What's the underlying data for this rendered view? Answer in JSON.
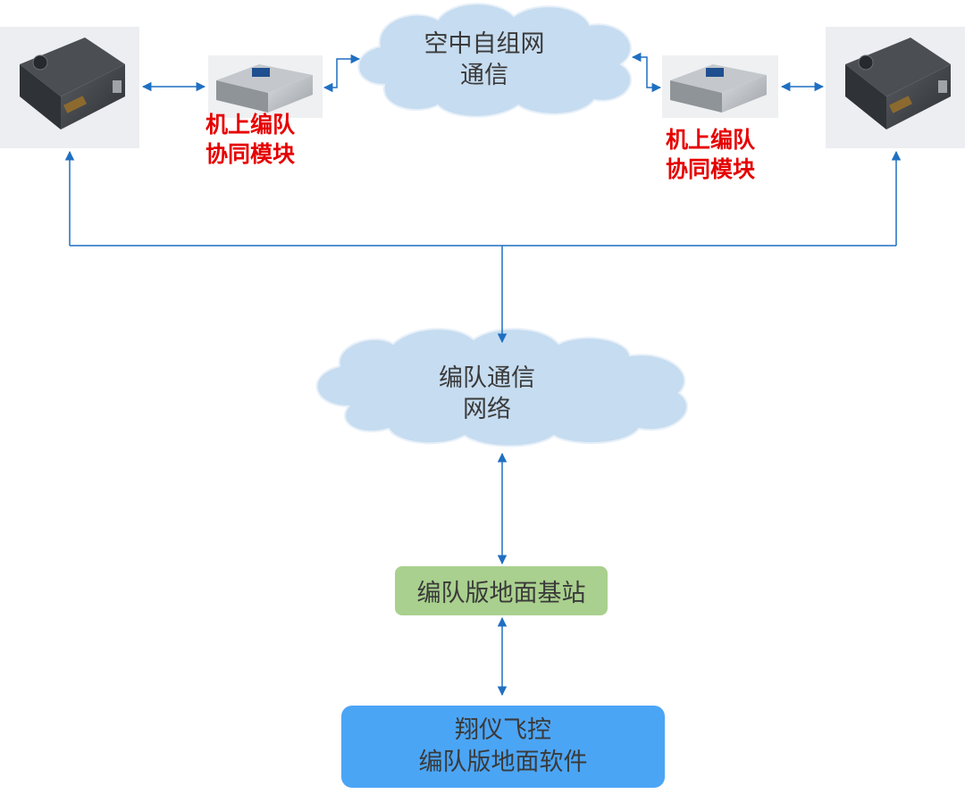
{
  "colors": {
    "arrow": "#1f6fc2",
    "cloud_fill": "#c6dcf0",
    "cloud_stroke": "#e7f0f9",
    "module_label": "#e60000",
    "ground_station_fill": "#a9d08e",
    "software_fill": "#4ba5f5",
    "device_photo_bg": "#eceef1",
    "device_body": "#3a3d41"
  },
  "nodes": {
    "cloud_top_label": "空中自组网\n通信",
    "cloud_mid_label": "编队通信\n网络",
    "module_left_label": "机上编队\n协同模块",
    "module_right_label": "机上编队\n协同模块",
    "ground_station_label": "编队版地面基站",
    "software_label": "翔仪飞控\n编队版地面软件"
  },
  "images": {
    "left_controller": "flight-controller-photo",
    "right_controller": "flight-controller-photo",
    "left_module": "formation-module-photo",
    "right_module": "formation-module-photo"
  }
}
